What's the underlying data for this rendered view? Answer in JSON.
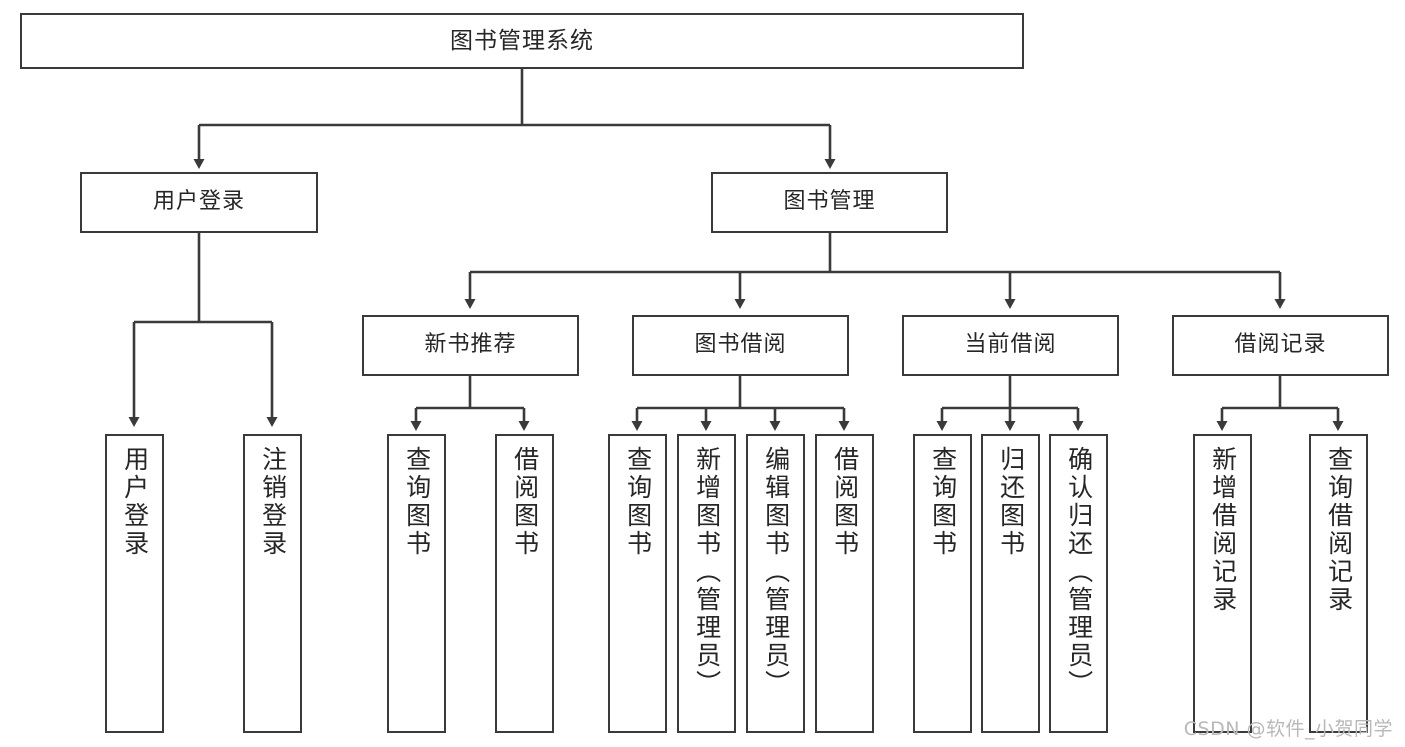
{
  "diagram": {
    "title": "图书管理系统",
    "type": "tree-hierarchy",
    "orientation": "top-down",
    "colors": {
      "box_border": "#3a3a3a",
      "box_fill": "#ffffff",
      "edge": "#3a3a3a",
      "text": "#262626",
      "watermark": "#b8b8b8",
      "background": "#ffffff"
    }
  },
  "watermark": {
    "text": "CSDN @软件_小贺同学"
  },
  "nodes": {
    "root": {
      "label": "图书管理系统"
    },
    "level1": [
      {
        "id": "user-login",
        "label": "用户登录"
      },
      {
        "id": "book-manage",
        "label": "图书管理"
      }
    ],
    "level2": [
      {
        "id": "new-book-recommend",
        "label": "新书推荐"
      },
      {
        "id": "book-borrow",
        "label": "图书借阅"
      },
      {
        "id": "current-borrow",
        "label": "当前借阅"
      },
      {
        "id": "borrow-record",
        "label": "借阅记录"
      }
    ],
    "leaves": {
      "user_login": [
        {
          "id": "leaf-user-login",
          "label": "用户登录"
        },
        {
          "id": "leaf-logout-login",
          "label": "注销登录"
        }
      ],
      "new_book_recommend": [
        {
          "id": "leaf-query-book-1",
          "label": "查询图书"
        },
        {
          "id": "leaf-borrow-book-1",
          "label": "借阅图书"
        }
      ],
      "book_borrow": [
        {
          "id": "leaf-query-book-2",
          "label": "查询图书"
        },
        {
          "id": "leaf-add-book",
          "label": "新增图书（管理员）"
        },
        {
          "id": "leaf-edit-book",
          "label": "编辑图书（管理员）"
        },
        {
          "id": "leaf-borrow-book-2",
          "label": "借阅图书"
        }
      ],
      "current_borrow": [
        {
          "id": "leaf-query-book-3",
          "label": "查询图书"
        },
        {
          "id": "leaf-return-book",
          "label": "归还图书"
        },
        {
          "id": "leaf-confirm-return",
          "label": "确认归还（管理员）"
        }
      ],
      "borrow_record": [
        {
          "id": "leaf-add-record",
          "label": "新增借阅记录"
        },
        {
          "id": "leaf-query-record",
          "label": "查询借阅记录"
        }
      ]
    }
  }
}
